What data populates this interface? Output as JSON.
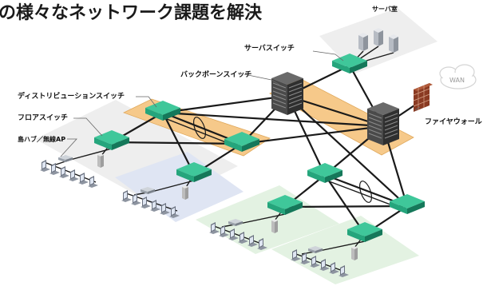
{
  "title": "の様々なネットワーク課題を解決",
  "labels": {
    "server_room": "サーバ室",
    "server_switch": "サーバスイッチ",
    "backbone_switch": "バックボーンスイッチ",
    "distribution_switch": "ディストリビューションスイッチ",
    "floor_switch": "フロアスイッチ",
    "hub_wireless": "島ハブ／無線AP",
    "firewall": "ファイヤウォール",
    "wan": "WAN"
  },
  "colors": {
    "switch_top": "#3fc79a",
    "switch_side": "#1b8a66",
    "orange_band": "#f6c98a",
    "blue_plane": "#dfe5f3",
    "green_plane": "#e3f2e2",
    "chassis": "#4a4a4a",
    "firewall_brick": "#8a3a22"
  },
  "icons": [
    "server-icon",
    "chassis-switch-icon",
    "l2-switch-icon",
    "firewall-icon",
    "cloud-icon",
    "pc-icon",
    "hub-icon",
    "wireless-ap-icon"
  ]
}
